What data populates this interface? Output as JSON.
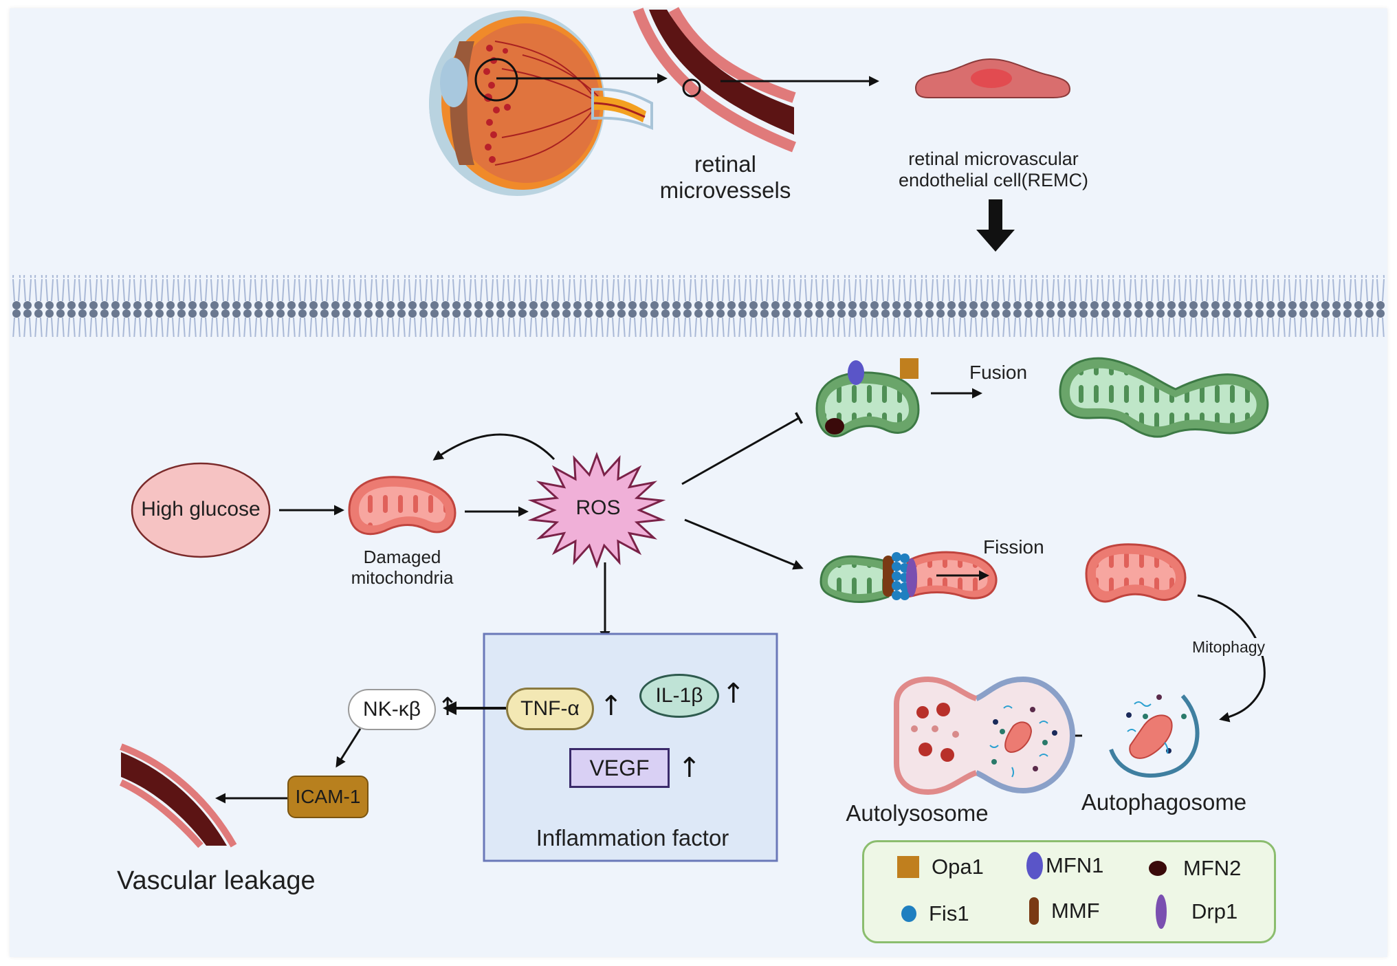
{
  "figure": {
    "top": {
      "vessel_label_line1": "retinal",
      "vessel_label_line2": "microvessels",
      "cell_label_line1": "retinal microvascular",
      "cell_label_line2": "endothelial cell(REMC)"
    },
    "pathway": {
      "high_glucose": "High glucose",
      "damaged_mito_line1": "Damaged",
      "damaged_mito_line2": "mitochondria",
      "ros": "ROS",
      "fusion": "Fusion",
      "fission": "Fission",
      "mitophagy": "Mitophagy",
      "autophagosome": "Autophagosome",
      "autolysosome": "Autolysosome"
    },
    "inflammation": {
      "title": "Inflammation factor",
      "tnf": "TNF-α",
      "il1b": "IL-1β",
      "vegf": "VEGF",
      "up_arrow": "↑"
    },
    "downstream": {
      "nfkb": "NK-κβ",
      "icam": "ICAM-1",
      "vascular_leakage": "Vascular leakage"
    },
    "legend": {
      "items": [
        {
          "label": "Opa1",
          "shape": "square",
          "color": "#c07f1e"
        },
        {
          "label": "MFN1",
          "shape": "ellipse",
          "color": "#5a55c8"
        },
        {
          "label": "MFN2",
          "shape": "ellipse",
          "color": "#3a0a0a"
        },
        {
          "label": "Fis1",
          "shape": "circle",
          "color": "#1f7fc0"
        },
        {
          "label": "MMF",
          "shape": "pill",
          "color": "#7a3a14"
        },
        {
          "label": "Drp1",
          "shape": "ellipse",
          "color": "#7a4fb0"
        }
      ]
    },
    "colors": {
      "background": "#eff4fb",
      "vessel_lumen": "#5c1414",
      "vessel_wall": "#e07a7a",
      "mito_damaged": "#ec7b72",
      "mito_healthy": "#6aa56a",
      "ros_fill": "#f0b0d8",
      "inflammation_box": "#dde8f7"
    }
  }
}
